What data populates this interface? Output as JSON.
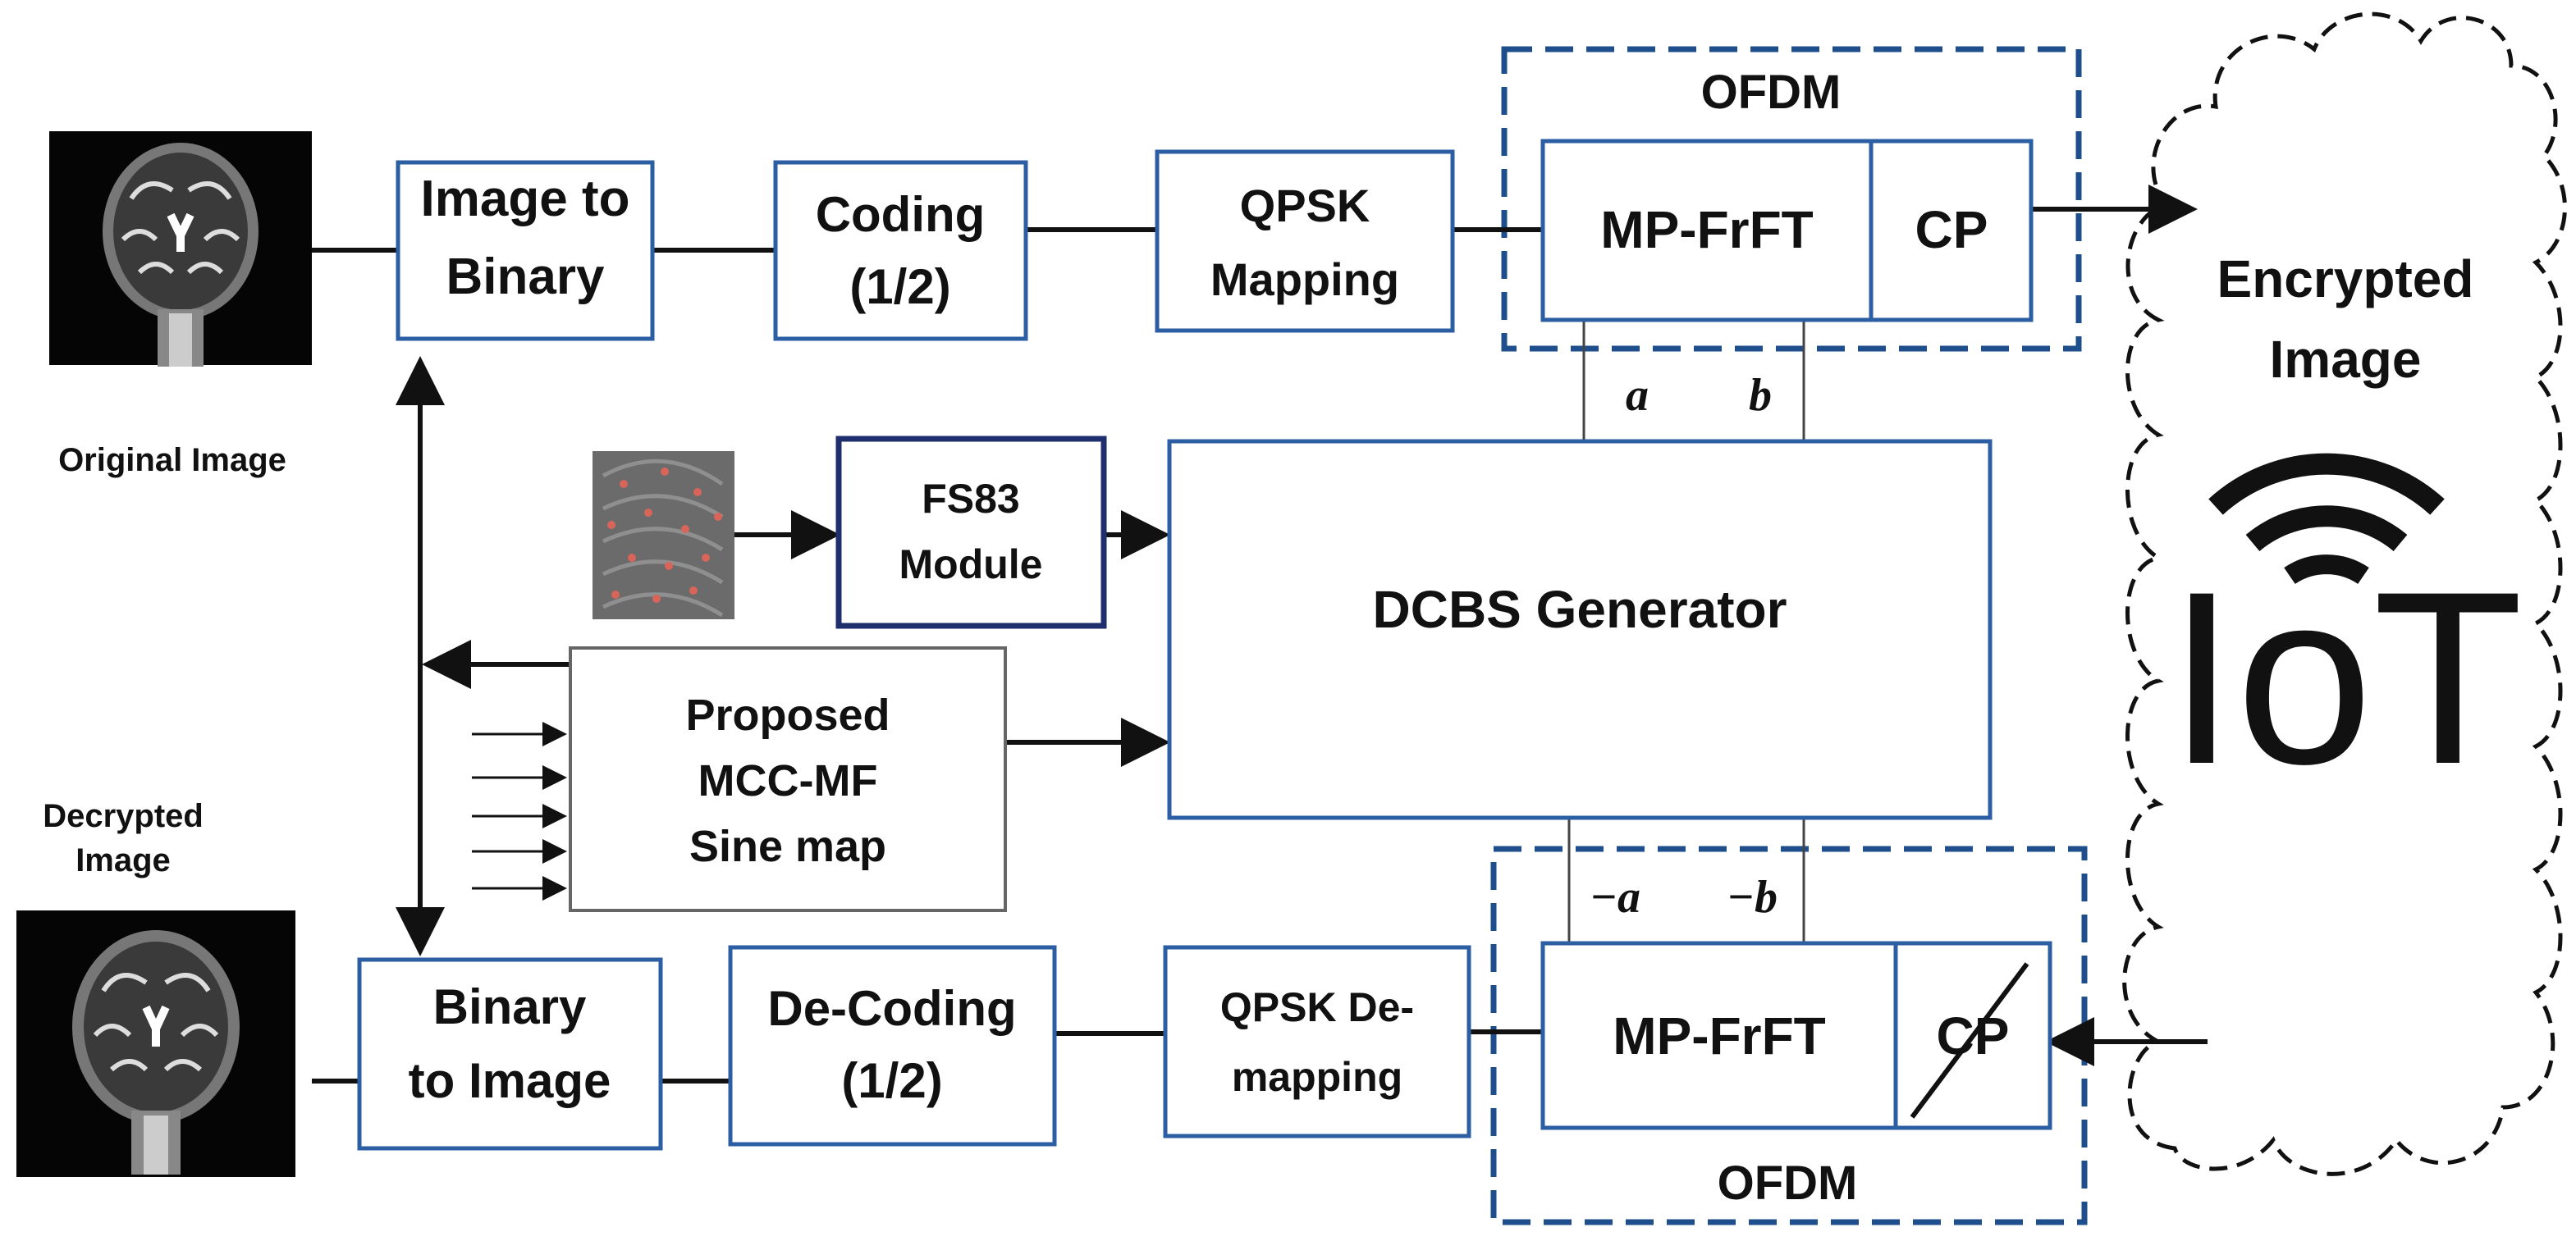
{
  "colors": {
    "block_border": "#2b5ea3",
    "dark_block_border": "#1f2f6e",
    "gray_block_border": "#666666",
    "ofdm_dash": "#1f4e8c",
    "line": "#111111"
  },
  "icons": {
    "mri_scan": "brain-mri-icon",
    "fingerprint_texture": "fingerprint-icon",
    "iot_wifi": "iot-wifi-icon",
    "cloud": "cloud-icon"
  },
  "transmitter": {
    "original_image_caption": "Original Image",
    "image_to_binary": [
      "Image to",
      "Binary"
    ],
    "coding": [
      "Coding",
      "(1/2)"
    ],
    "qpsk_mapping": [
      "QPSK",
      "Mapping"
    ],
    "ofdm_label": "OFDM",
    "mp_frft": "MP-FrFT",
    "cp": "CP",
    "param_a": "a",
    "param_b": "b"
  },
  "channel": {
    "encrypted_image": [
      "Encrypted",
      "Image"
    ],
    "iot_text": "IoT"
  },
  "key_generation": {
    "fs83_module": [
      "FS83",
      "Module"
    ],
    "dcbs_generator": "DCBS Generator",
    "proposed_map": [
      "Proposed",
      "MCC-MF",
      "Sine map"
    ]
  },
  "receiver": {
    "decrypted_image_caption": [
      "Decrypted",
      "Image"
    ],
    "binary_to_image": [
      "Binary",
      "to Image"
    ],
    "de_coding": [
      "De-Coding",
      "(1/2)"
    ],
    "qpsk_demapping": [
      "QPSK De-",
      "mapping"
    ],
    "ofdm_label": "OFDM",
    "mp_frft": "MP-FrFT",
    "cp_removed": "CP",
    "param_neg_a": "−a",
    "param_neg_b": "−b"
  }
}
